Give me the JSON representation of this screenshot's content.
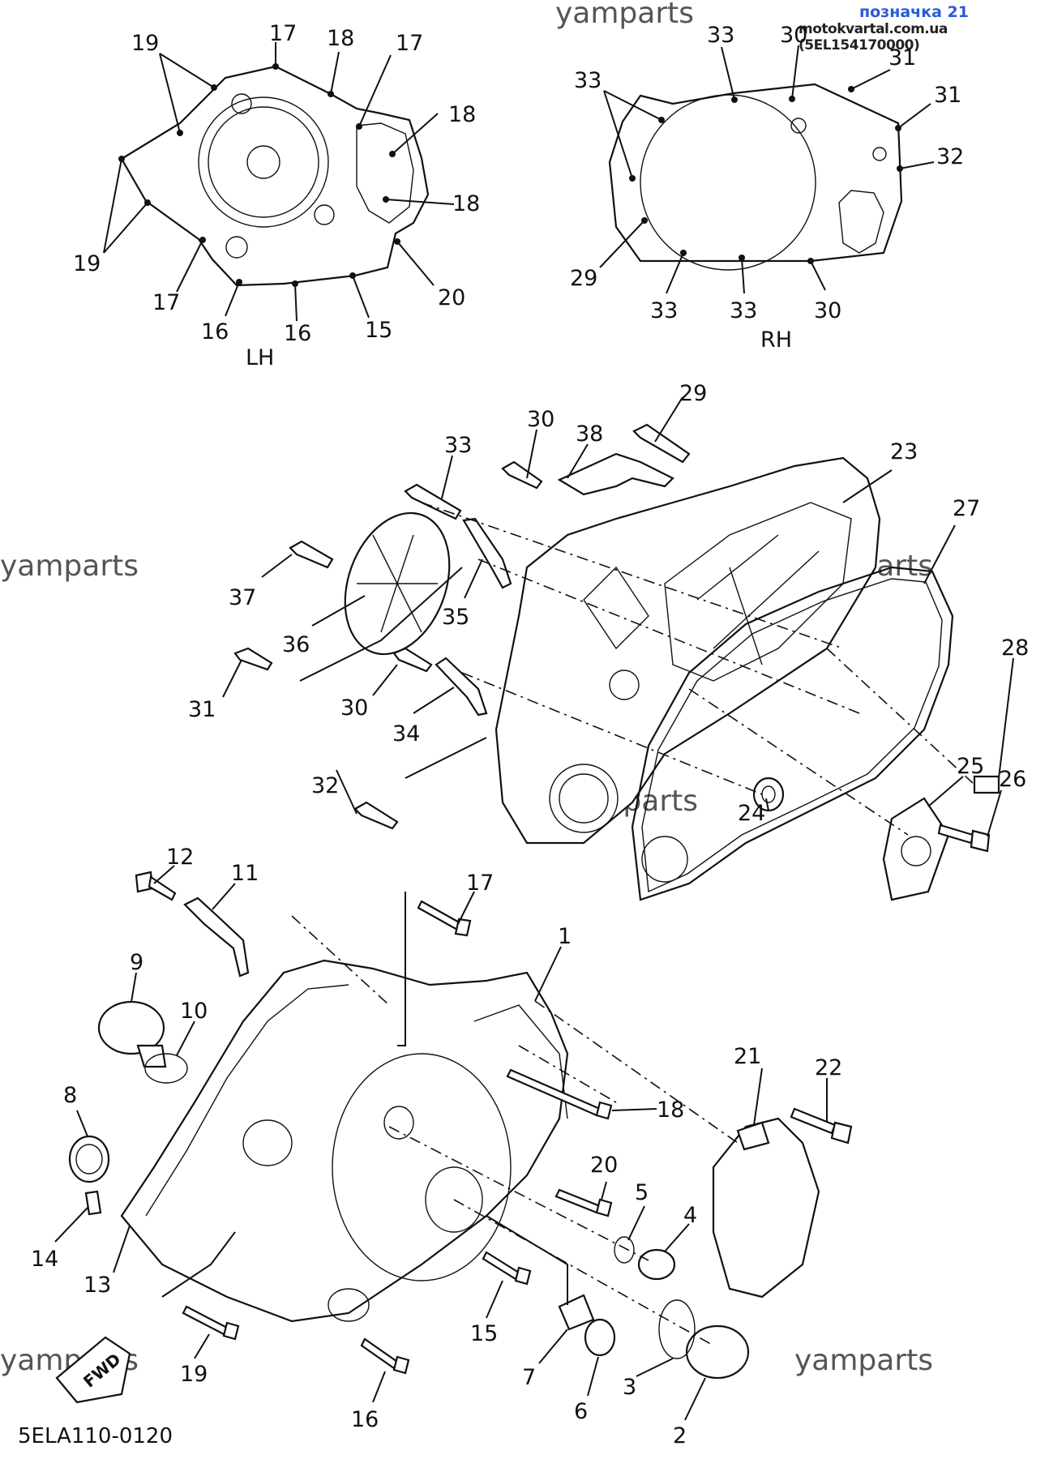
{
  "header": {
    "title": "позначка 21",
    "source": "motokvartal.com.ua (5EL154170000)"
  },
  "watermarks": [
    "yamparts",
    "yamparts",
    "yamparts",
    "yamparts",
    "yamparts",
    "yamparts"
  ],
  "diagram_code": "5ELA110-0120",
  "views": {
    "lh": "LH",
    "rh": "RH"
  },
  "fwd_label": "FWD",
  "lh_labels": [
    "19",
    "17",
    "18",
    "17",
    "18",
    "18",
    "19",
    "17",
    "16",
    "16",
    "15",
    "20"
  ],
  "rh_labels": [
    "33",
    "30",
    "31",
    "31",
    "32",
    "33",
    "29",
    "33",
    "33",
    "30"
  ],
  "mid_labels": [
    "29",
    "30",
    "38",
    "23",
    "33",
    "27",
    "37",
    "35",
    "28",
    "36",
    "31",
    "30",
    "34",
    "25",
    "26",
    "32",
    "24"
  ],
  "low_labels": [
    "12",
    "11",
    "17",
    "9",
    "10",
    "1",
    "8",
    "18",
    "21",
    "22",
    "20",
    "5",
    "4",
    "14",
    "13",
    "15",
    "19",
    "7",
    "6",
    "3",
    "2",
    "16"
  ]
}
